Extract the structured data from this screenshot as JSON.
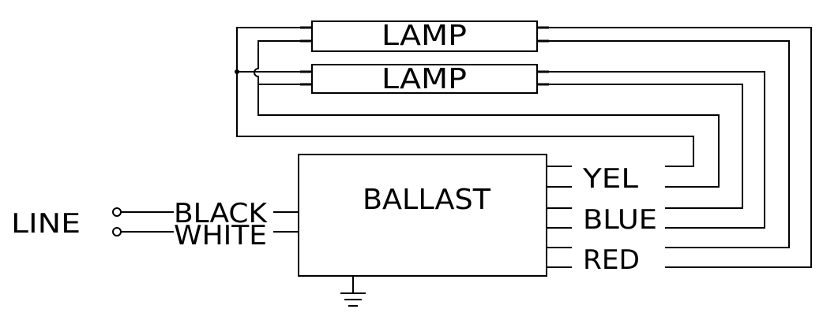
{
  "lamps": [
    {
      "label": "LAMP"
    },
    {
      "label": "LAMP"
    }
  ],
  "ballast": {
    "label": "BALLAST"
  },
  "line": {
    "label": "LINE"
  },
  "input_leads": [
    {
      "label": "BLACK"
    },
    {
      "label": "WHITE"
    }
  ],
  "output_leads": [
    {
      "label": "YEL"
    },
    {
      "label": "BLUE"
    },
    {
      "label": "RED"
    }
  ],
  "colors": {
    "ink": "#000000",
    "background": "#ffffff"
  },
  "icons": {
    "ground": "ground-symbol-icon",
    "terminal": "open-circle-terminal-icon"
  }
}
